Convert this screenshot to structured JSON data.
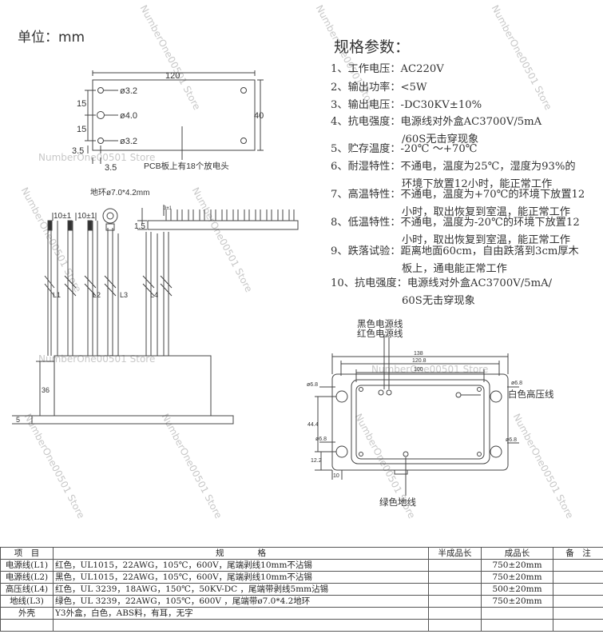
{
  "unit_label": "单位：mm",
  "spec": {
    "title": "规格参数：",
    "items": [
      {
        "label": "1、工作电压：",
        "value": "AC220V"
      },
      {
        "label": "2、输出功率：",
        "value": "<5W"
      },
      {
        "label": "3、输出电压：",
        "value": "-DC30KV±10%"
      },
      {
        "label": "4、抗电强度：",
        "value": "电源线对外盒AC3700V/5mA",
        "cont": "/60S无击穿现象"
      },
      {
        "label": "5、贮存温度：",
        "value": "-20℃ ～+70℃"
      },
      {
        "label": "6、耐湿特性：",
        "value": "不通电，温度为25℃，湿度为93%的",
        "cont": "环境下放置12小时，能正常工作"
      },
      {
        "label": "7、高温特性：",
        "value": "不通电，温度为+70℃的环境下放置12",
        "cont": "小时，取出恢复到室温，能正常工作"
      },
      {
        "label": "8、低温特性：",
        "value": "不通电，温度为-20℃的环境下放置12",
        "cont": "小时，取出恢复到室温，能正常工作"
      },
      {
        "label": "9、跌落试验：",
        "value": "距离地面60cm，自由跌落到3cm厚木",
        "cont": "板上，通电能正常工作"
      },
      {
        "label": "10、抗电强度：",
        "value": "电源线对外盒AC3700V/5mA/",
        "cont": "60S无击穿现象"
      }
    ]
  },
  "pcb": {
    "width_dim": "120",
    "height_dim": "40",
    "hole1": "ø3.2",
    "hole2": "ø4.0",
    "hole3": "ø3.2",
    "dim_15a": "15",
    "dim_15b": "15",
    "dim_35a": "3.5",
    "dim_35b": "3.5",
    "note": "PCB板上有18个放电头"
  },
  "side": {
    "ring_label": "地环ø7.0*4.2mm",
    "dim_10a": "10±1",
    "dim_10b": "10±1",
    "dim_3": "3±1",
    "dim_15": "1.5",
    "L1": "L1",
    "L2": "L2",
    "L3": "L3",
    "L4": "L4",
    "dim_36": "36",
    "dim_5": "5"
  },
  "box": {
    "black_wire": "黑色电源线",
    "red_wire": "红色电源线",
    "white_hv": "白色高压线",
    "green_ground": "绿色地线",
    "dim_138": "138",
    "dim_1208": "120.8",
    "dim_100": "100",
    "dim_68a": "ø6.8",
    "dim_68b": "ø6.8",
    "dim_68c": "ø6.8",
    "dim_68d": "ø6.8",
    "dim_444": "44.4",
    "dim_122": "12.2",
    "dim_10": "10"
  },
  "watermark": "NumberOne00501 Store",
  "table": {
    "headers": [
      "项　目",
      "规　　　　格",
      "半成品长",
      "成品长",
      "备　注"
    ],
    "rows": [
      [
        "电源线(L1)",
        "红色，UL1015，22AWG，105℃，600V，尾端剥线10mm不沾锡",
        "",
        "750±20mm",
        ""
      ],
      [
        "电源线(L2)",
        "黑色，UL1015，22AWG，105℃，600V，尾端剥线10mm不沾锡",
        "",
        "750±20mm",
        ""
      ],
      [
        "高压线(L4)",
        "红色，UL 3239，18AWG，150℃，50KV-DC ，尾端带剥线5mm沾锡",
        "",
        "500±20mm",
        ""
      ],
      [
        "地线(L3)",
        "绿色，UL 3239，22AWG，105℃，600V ，尾端带ø7.0*4.2地环",
        "",
        "750±20mm",
        ""
      ],
      [
        "外壳",
        "Y3外盒，白色，ABS料，有耳，无字",
        "",
        "",
        ""
      ],
      [
        "",
        "",
        "",
        "",
        ""
      ]
    ]
  }
}
